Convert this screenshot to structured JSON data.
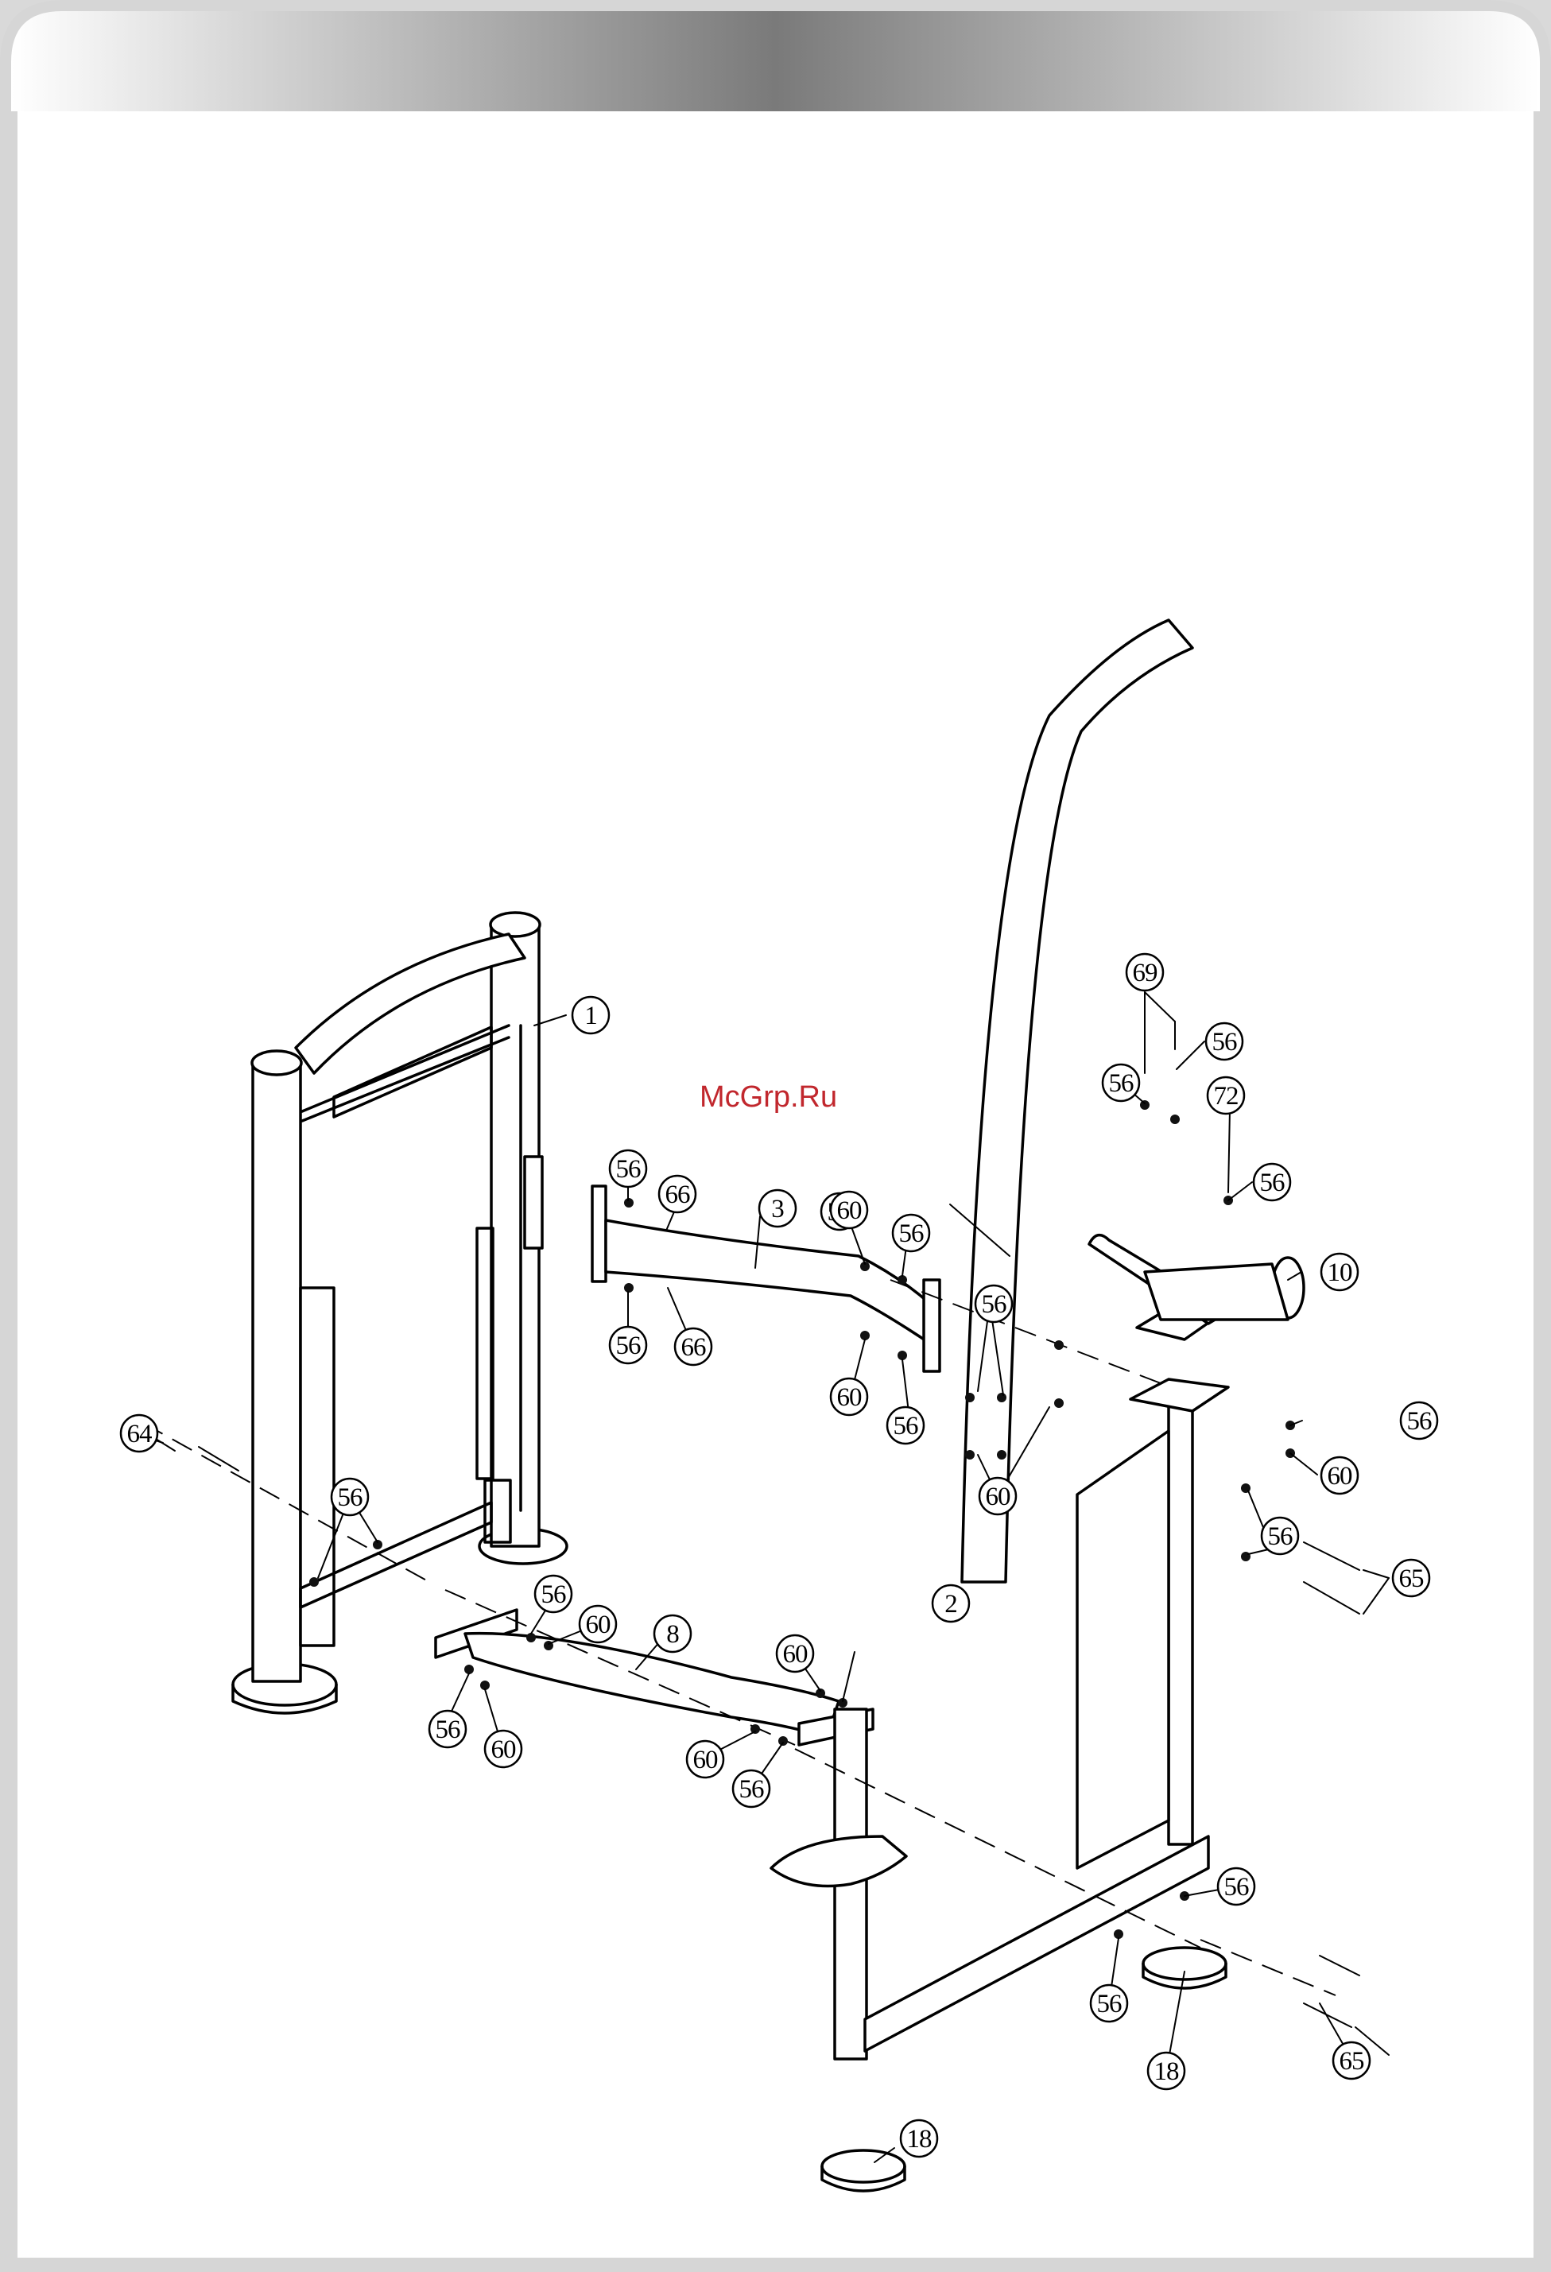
{
  "watermark": "McGrp.Ru",
  "callouts": [
    {
      "label": "1"
    },
    {
      "label": "2"
    },
    {
      "label": "3"
    },
    {
      "label": "8"
    },
    {
      "label": "10"
    },
    {
      "label": "18"
    },
    {
      "label": "18"
    },
    {
      "label": "56"
    },
    {
      "label": "56"
    },
    {
      "label": "56"
    },
    {
      "label": "56"
    },
    {
      "label": "56"
    },
    {
      "label": "56"
    },
    {
      "label": "56"
    },
    {
      "label": "56"
    },
    {
      "label": "56"
    },
    {
      "label": "56"
    },
    {
      "label": "56"
    },
    {
      "label": "56"
    },
    {
      "label": "56"
    },
    {
      "label": "56"
    },
    {
      "label": "56"
    },
    {
      "label": "56"
    },
    {
      "label": "56"
    },
    {
      "label": "60"
    },
    {
      "label": "60"
    },
    {
      "label": "60"
    },
    {
      "label": "60"
    },
    {
      "label": "60"
    },
    {
      "label": "60"
    },
    {
      "label": "60"
    },
    {
      "label": "60"
    },
    {
      "label": "64"
    },
    {
      "label": "65"
    },
    {
      "label": "65"
    },
    {
      "label": "66"
    },
    {
      "label": "66"
    },
    {
      "label": "69"
    },
    {
      "label": "72"
    }
  ]
}
